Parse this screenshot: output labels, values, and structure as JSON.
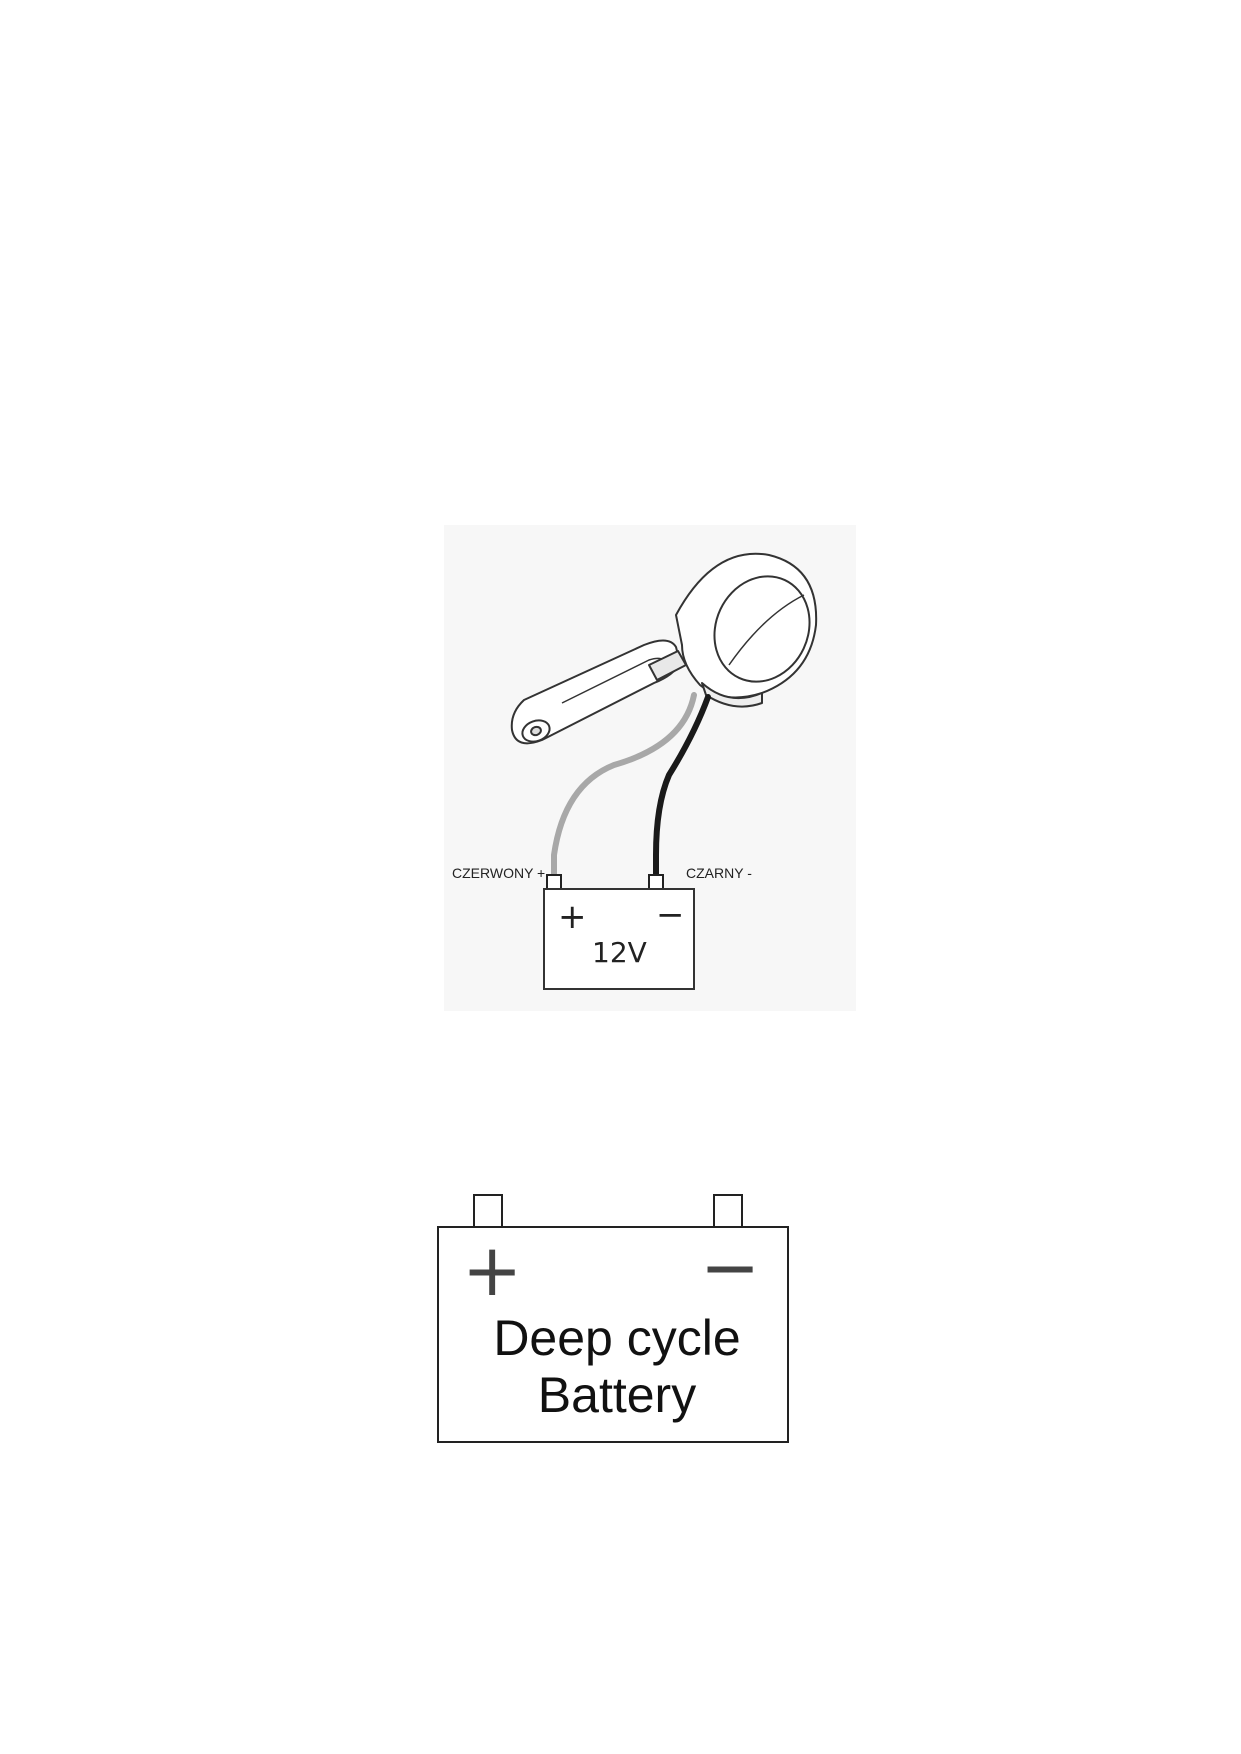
{
  "wiring_diagram": {
    "positive_wire_label": "CZERWONY +",
    "negative_wire_label": "CZARNY -",
    "battery": {
      "plus_symbol": "+",
      "minus_symbol": "−",
      "voltage": "12V"
    },
    "colors": {
      "positive_wire": "#a8a8a8",
      "negative_wire": "#1a1a1a"
    }
  },
  "deep_cycle_battery": {
    "plus_symbol": "+",
    "minus_symbol": "−",
    "label_line1": "Deep cycle",
    "label_line2": "Battery"
  }
}
